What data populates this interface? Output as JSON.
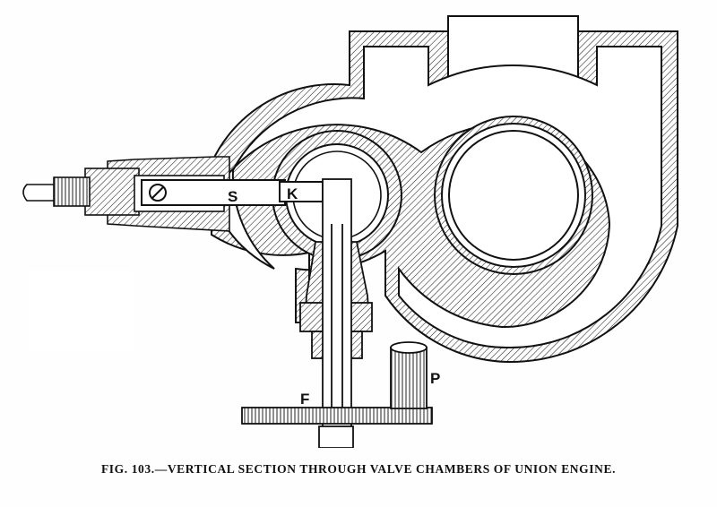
{
  "figure": {
    "caption": "FIG. 103.—VERTICAL SECTION THROUGH VALVE CHAMBERS OF UNION ENGINE.",
    "labels": {
      "s": "S",
      "k": "K",
      "f": "F",
      "p": "P"
    }
  }
}
